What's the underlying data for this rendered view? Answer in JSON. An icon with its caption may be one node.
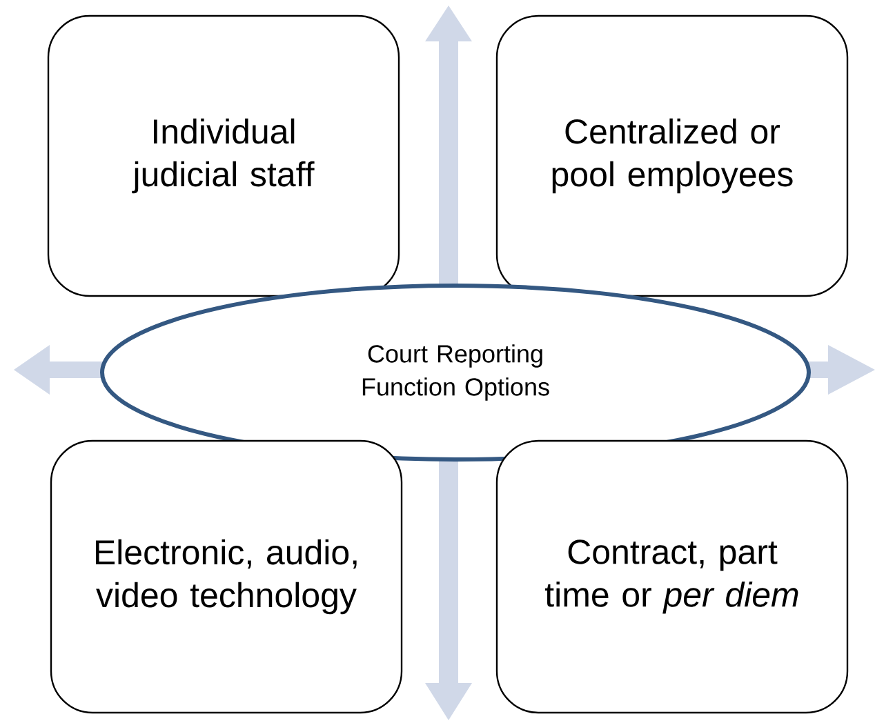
{
  "diagram": {
    "nodes": [
      {
        "text": [
          "Individual judicial staff"
        ]
      },
      {
        "text": [
          "Centralized or pool employees"
        ]
      },
      {
        "text": [
          "Court Reporting Function Options"
        ]
      },
      {
        "text": [
          "Electronic, audio, video technology"
        ]
      },
      {
        "text": [
          "Contract, part time or *per diem*"
        ]
      }
    ]
  }
}
